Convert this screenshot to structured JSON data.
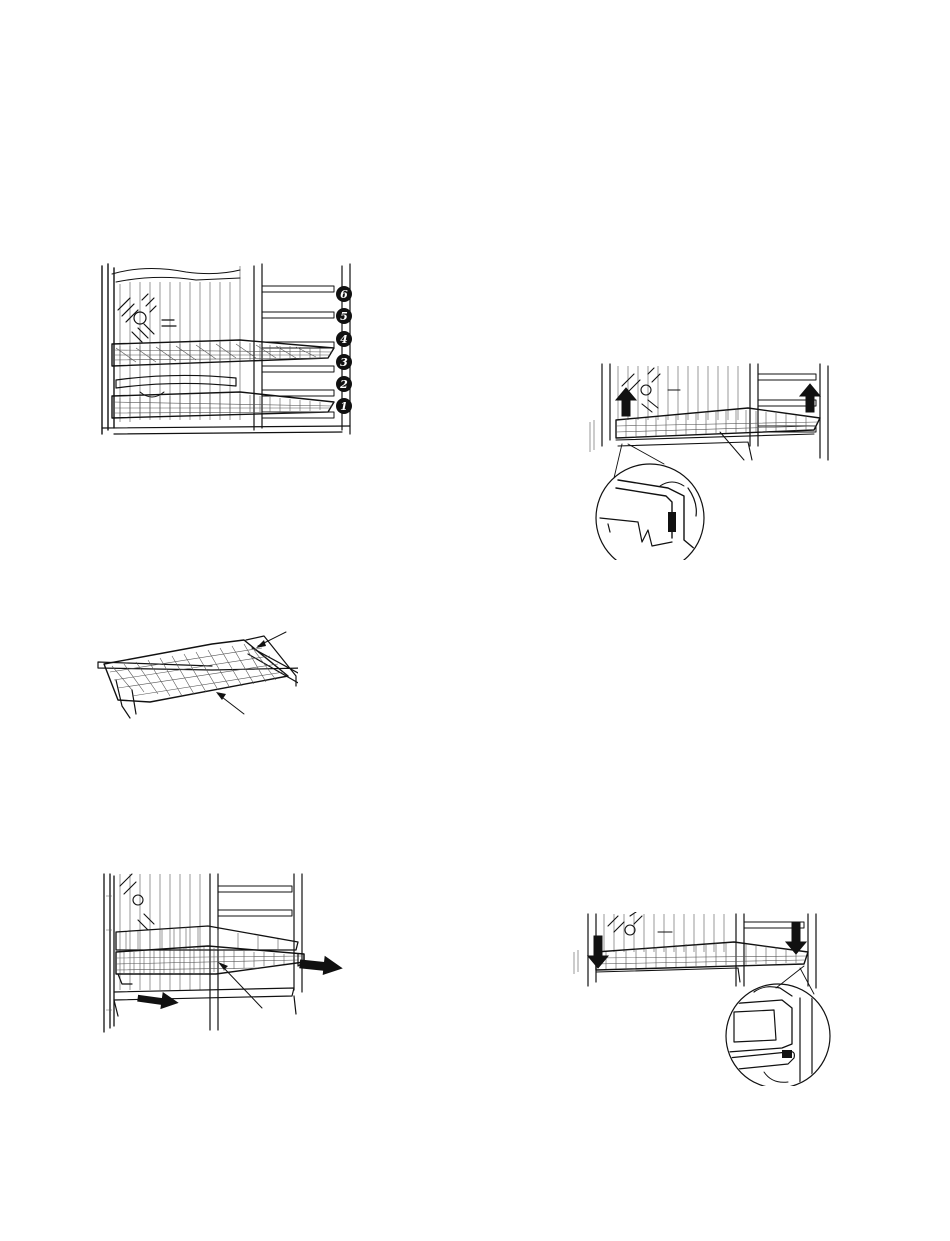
{
  "figures": {
    "rack_positions": {
      "position_labels": [
        "6",
        "5",
        "4",
        "3",
        "2",
        "1"
      ]
    },
    "remove_rack": {},
    "extension_rack": {},
    "slide_out_rack": {},
    "install_rack": {}
  },
  "colors": {
    "line": "#111111",
    "badge": "#111111",
    "arrow": "#111111",
    "background": "#ffffff"
  },
  "icons": [
    "up-arrow-icon",
    "down-arrow-icon",
    "pull-arrow-icon"
  ]
}
